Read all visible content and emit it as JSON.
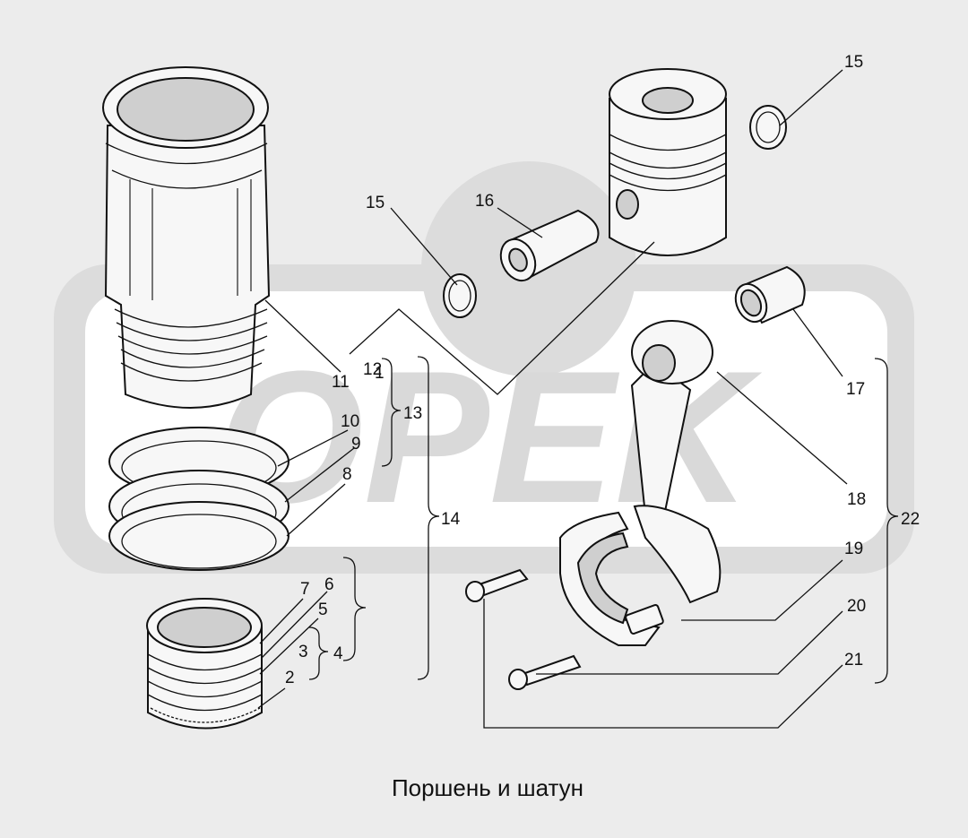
{
  "watermark": "OPEK",
  "caption": "Поршень и шатун",
  "labels": {
    "l1": "1",
    "l2": "2",
    "l3": "3",
    "l4": "4",
    "l5": "5",
    "l6": "6",
    "l7": "7",
    "l8": "8",
    "l9": "9",
    "l10": "10",
    "l11": "11",
    "l12": "12",
    "l13": "13",
    "l14": "14",
    "l15a": "15",
    "l15b": "15",
    "l16": "16",
    "l17": "17",
    "l18": "18",
    "l19": "19",
    "l20": "20",
    "l21": "21",
    "l22": "22"
  }
}
